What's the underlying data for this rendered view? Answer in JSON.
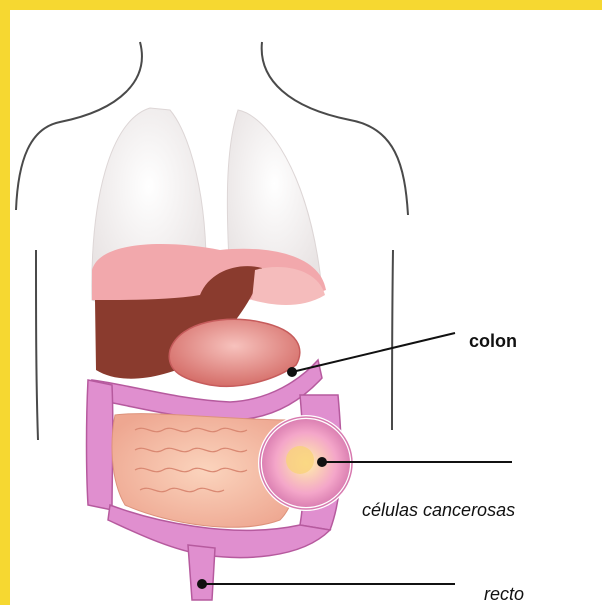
{
  "diagram": {
    "labels": {
      "colon": "colon",
      "cancer_cells": "células cancerosas",
      "rectum": "recto"
    },
    "colors": {
      "frame": "#f6d831",
      "body_outline": "#4a4a4a",
      "lungs": "#f1eeee",
      "liver": "#8a3b2e",
      "stomach": "#e58a86",
      "colon": "#e08fcf",
      "small_intestine": "#f0b49a",
      "leader_lines": "#111111"
    }
  }
}
